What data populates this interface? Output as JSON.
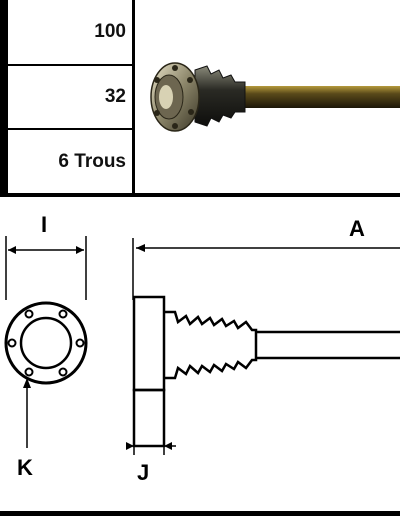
{
  "specs": {
    "rows": [
      {
        "value": "100"
      },
      {
        "value": "32"
      },
      {
        "value": "6 Trous"
      }
    ]
  },
  "drawing": {
    "labels": {
      "overall_length": "A",
      "flange_diameter": "I",
      "bolt_hole": "K",
      "flange_width": "J"
    }
  }
}
